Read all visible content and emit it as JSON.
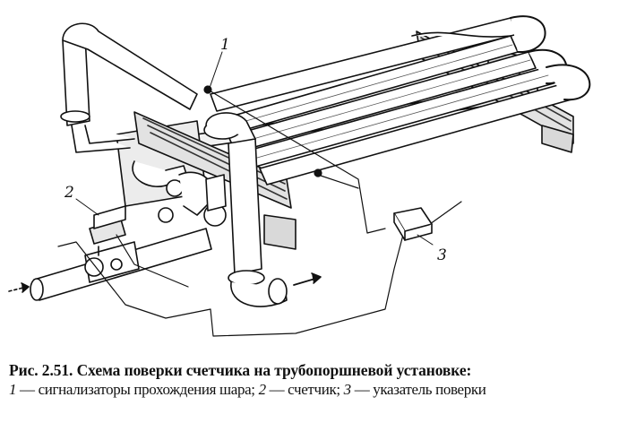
{
  "figure": {
    "callouts": [
      "1",
      "2",
      "3"
    ]
  },
  "caption": {
    "title": "Рис. 2.51. Схема поверки счетчика на трубопоршневой установке:",
    "items": [
      {
        "num": "1",
        "text": " — сигнализаторы прохождения шара; "
      },
      {
        "num": "2",
        "text": " — счетчик; "
      },
      {
        "num": "3",
        "text": " — указатель поверки"
      }
    ]
  }
}
